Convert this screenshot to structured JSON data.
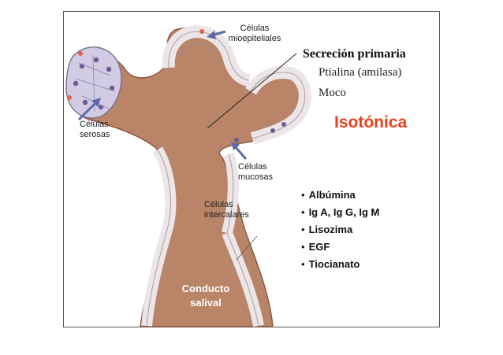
{
  "labels": {
    "myoepithelial": "Células\nmioepiteliales",
    "serous": "Células\nserosas",
    "mucous": "Células\nmucosas",
    "intercalated": "Células\nintercalares",
    "duct": "Conducto\nsalival"
  },
  "secretion": {
    "title": "Secreción primaria",
    "items": [
      "Ptialina (amilasa)",
      "Moco"
    ],
    "tonicity": "Isotónica"
  },
  "components": [
    "Albúmina",
    "Ig A, Ig G, Ig M",
    "Lisozima",
    "EGF",
    "Tiocianato"
  ],
  "colors": {
    "tissue": "#b98467",
    "cell_fill": "#ece6e8",
    "serous_fill": "#c8c1e2",
    "arrow": "#5e6aa6",
    "accent_red": "#e8421b",
    "border": "#555555"
  }
}
